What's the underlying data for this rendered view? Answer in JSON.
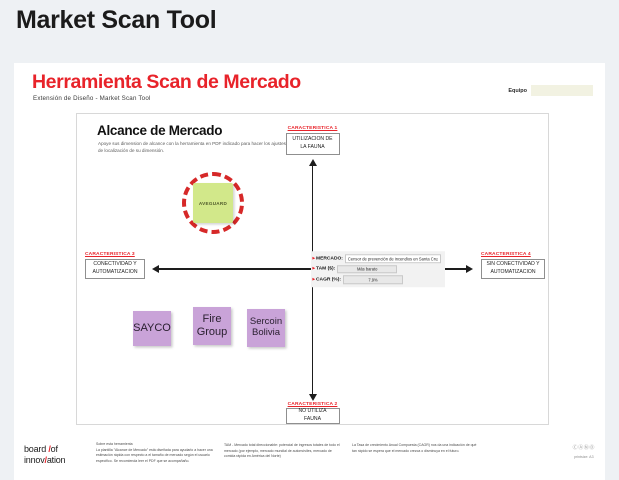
{
  "page": {
    "title": "Market Scan Tool"
  },
  "slide": {
    "title": "Herramienta Scan de Mercado",
    "subtitle": "Extensión de Diseño -  Market Scan Tool",
    "team_label": "Equipo",
    "team_value": "",
    "team_placeholder": ""
  },
  "canvas": {
    "title": "Alcance de Mercado",
    "subtitle": "Apoye sus dimension de alcance con la herramienta en PDF indicado para hacer los ajustes de localización de su dimensión."
  },
  "characteristics": [
    {
      "label": "CARACTERISTICA 1",
      "text": "UTILIZACION DE LA FAUNA"
    },
    {
      "label": "CARACTERISTICA 2",
      "text": "NO UTILIZA FAUNA"
    },
    {
      "label": "CARACTERISTICA 3",
      "text": "CONECTIVIDAD Y AUTOMATIZACION"
    },
    {
      "label": "CARACTERISTICA 4",
      "text": "SIN CONECTIVIDAD Y AUTOMATIZACION"
    }
  ],
  "fields": [
    {
      "label": "MERCADO:",
      "value": "Censor de prevención de incendios en Santa Cruz"
    },
    {
      "label": "TAM ($):",
      "value": "Más barato"
    },
    {
      "label": "CAGR (%):",
      "value": "7.9%"
    }
  ],
  "notes": [
    {
      "text": "SAYCO",
      "color": "#c9a3d8"
    },
    {
      "text": "Fire Group",
      "color": "#c9a3d8"
    },
    {
      "text": "Sercoin Bolivia",
      "color": "#c9a3d8"
    },
    {
      "text": "AVEGUARD",
      "color": "#d2e88a"
    }
  ],
  "footer": {
    "logo_line1": "board",
    "logo_line1_accent": "of",
    "logo_line2": "innov",
    "logo_line2_accent": "ation",
    "col1_head": "Sobre esta herramienta",
    "col1_body": "La plantilla \"Alcance de Mercado\" está diseñada para ayudarlo a hacer una estimación rápida con respecto a el tamaño de mercado según el usuario específico. Se recomienda leer el PDF que se acompañaño.",
    "col2_body": "TAM - Mercado total direccionable: potencial de ingresos totales de todo el mercado (por ejemplo, mercado mundial de automóviles, mercado de comida rápida en América del Norte)",
    "col3_body": "La Tasa de crecimiento Anual Compuesta (CAGR) nos da una indicación de qué tan rápido se espera que el mercado crezca o disminuya en el futuro.",
    "cc_badges": "ⒸⒶⓃⓄ",
    "printsize": "printsize: A3"
  },
  "colors": {
    "brand_red": "#e8232a",
    "sticky_purple": "#c9a3d8",
    "sticky_green": "#d2e88a",
    "page_bg": "#eef1f4"
  }
}
